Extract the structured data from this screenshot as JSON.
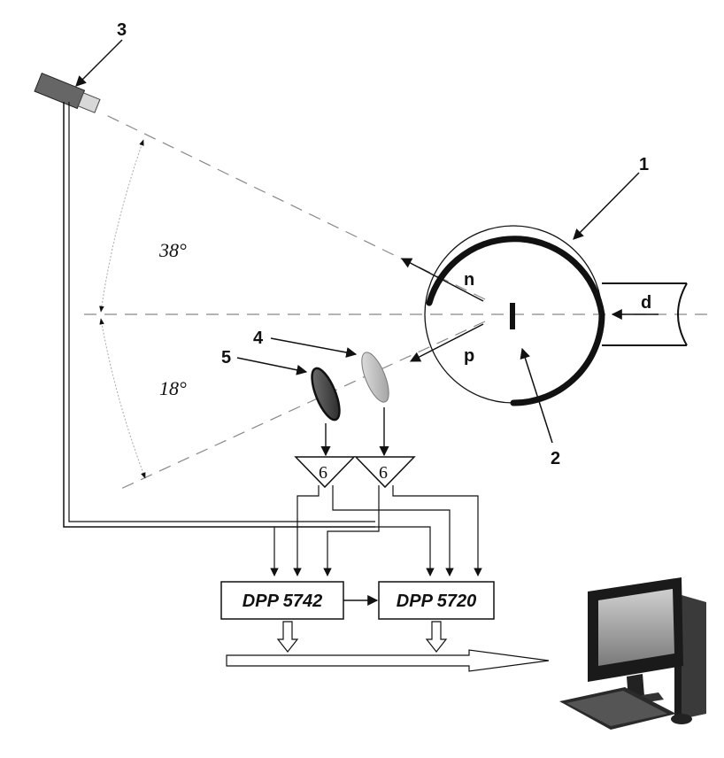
{
  "labels": {
    "n1": "1",
    "n2": "2",
    "n3": "3",
    "n4": "4",
    "n5": "5",
    "amp_left": "6",
    "amp_right": "6",
    "neutron": "n",
    "proton": "p",
    "deuteron": "d",
    "angle_upper": "38°",
    "angle_lower": "18°"
  },
  "devices": {
    "dpp_a": "DPP 5742",
    "dpp_b": "DPP 5720"
  },
  "icons": {
    "detector_3": "neutron-detector-icon",
    "computer": "desktop-computer-icon"
  },
  "colors": {
    "line": "#111111",
    "dash": "#888888",
    "gray_det": "#bdbdbd",
    "dark_det": "#444444"
  }
}
